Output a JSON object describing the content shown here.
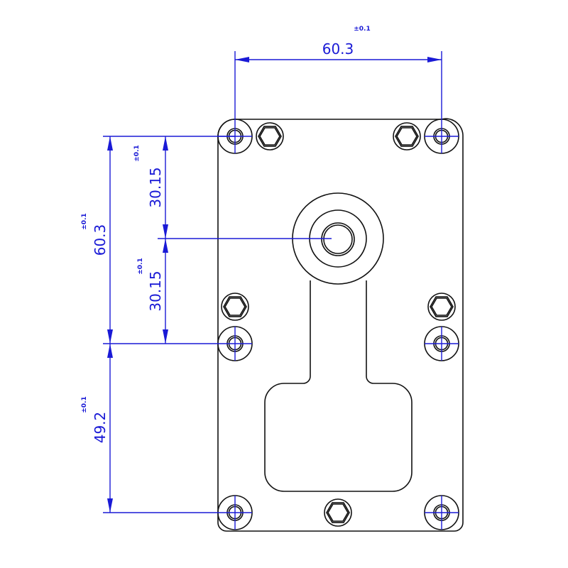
{
  "drawing": {
    "dimensions": {
      "top_width": {
        "value": "60.3",
        "tolerance": "±0.1"
      },
      "left_total": {
        "value": "60.3",
        "tolerance": "±0.1"
      },
      "left_upper_half": {
        "value": "30.15",
        "tolerance": "±0.1"
      },
      "left_lower_half": {
        "value": "30.15",
        "tolerance": "±0.1"
      },
      "left_bottom": {
        "value": "49.2",
        "tolerance": "±0.1"
      }
    },
    "colors": {
      "part_line": "#111111",
      "dimension_line": "#1a1ad6"
    }
  }
}
